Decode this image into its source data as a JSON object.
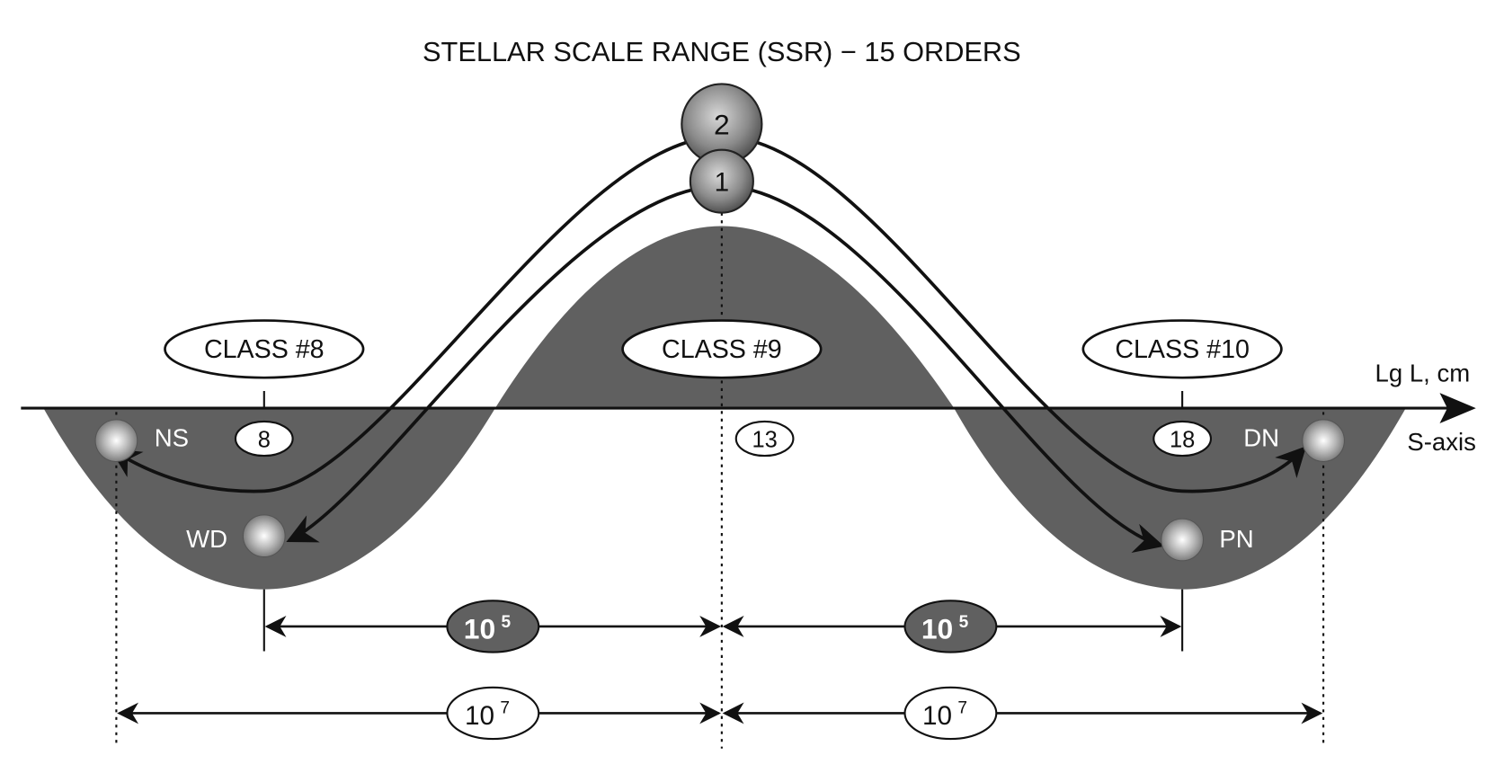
{
  "title": "STELLAR SCALE RANGE (SSR) − 15 ORDERS",
  "axis": {
    "unit_label": "Lg L, cm",
    "name": "S-axis"
  },
  "classes": [
    {
      "label": "CLASS #8",
      "tick": "8"
    },
    {
      "label": "CLASS #9",
      "tick": "13"
    },
    {
      "label": "CLASS #10",
      "tick": "18"
    }
  ],
  "curves": [
    {
      "label": "1"
    },
    {
      "label": "2"
    }
  ],
  "objects": [
    {
      "label": "NS"
    },
    {
      "label": "WD"
    },
    {
      "label": "PN"
    },
    {
      "label": "DN"
    }
  ],
  "ranges": {
    "inner": {
      "base": "10",
      "exp": "5"
    },
    "outer": {
      "base": "10",
      "exp": "7"
    }
  },
  "colors": {
    "fill": "#606060",
    "line": "#111111"
  }
}
